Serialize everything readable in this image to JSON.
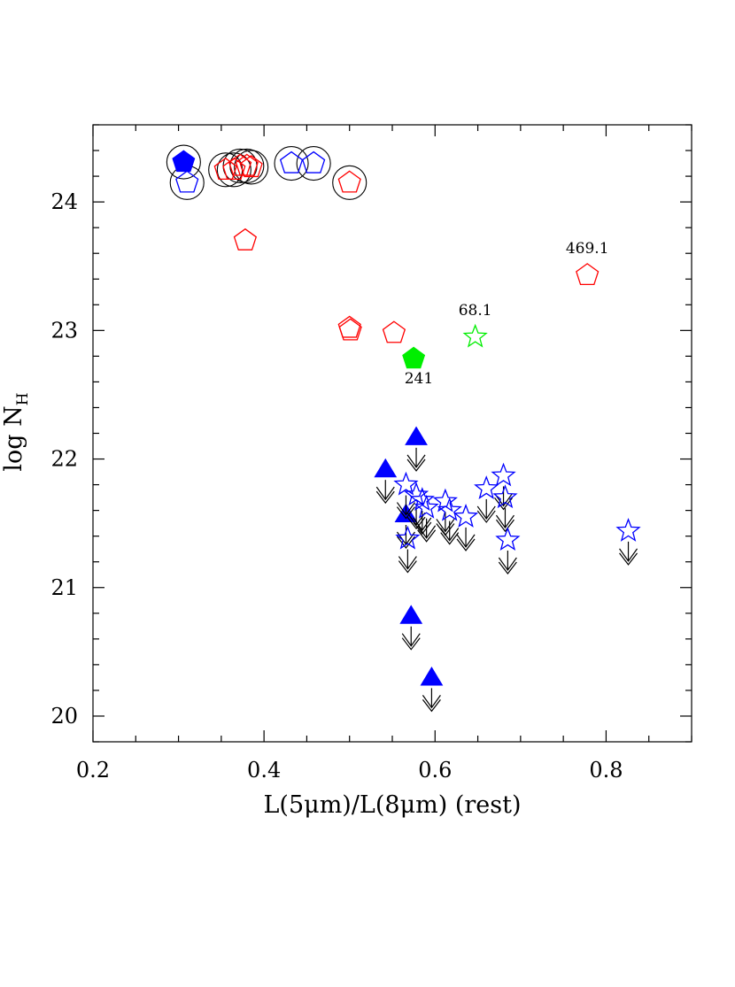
{
  "chart_data": {
    "type": "scatter",
    "xlabel": "L(5μm)/L(8μm) (rest)",
    "ylabel": "log N",
    "ylabel_sub": "H",
    "xlim": [
      0.2,
      0.9
    ],
    "ylim": [
      19.8,
      24.6
    ],
    "x_ticks": [
      0.2,
      0.4,
      0.6,
      0.8
    ],
    "x_tick_labels": [
      "0.2",
      "0.4",
      "0.6",
      "0.8"
    ],
    "y_ticks": [
      20,
      21,
      22,
      23,
      24
    ],
    "y_tick_labels": [
      "20",
      "21",
      "22",
      "23",
      "24"
    ],
    "grid": false,
    "colors": {
      "red": "#ff0000",
      "blue": "#0000ff",
      "green": "#00ee00",
      "black": "#000000"
    },
    "series": [
      {
        "marker": "pentagon-open",
        "color": "red",
        "points": [
          {
            "x": 0.355,
            "y": 24.25,
            "circled": true
          },
          {
            "x": 0.365,
            "y": 24.25,
            "circled": true
          },
          {
            "x": 0.372,
            "y": 24.28,
            "circled": true
          },
          {
            "x": 0.38,
            "y": 24.28,
            "circled": true
          },
          {
            "x": 0.385,
            "y": 24.27,
            "circled": true
          },
          {
            "x": 0.5,
            "y": 24.15,
            "circled": true
          },
          {
            "x": 0.378,
            "y": 23.7
          },
          {
            "x": 0.5,
            "y": 23.02
          },
          {
            "x": 0.501,
            "y": 23.0
          },
          {
            "x": 0.552,
            "y": 22.98
          },
          {
            "x": 0.778,
            "y": 23.43
          }
        ]
      },
      {
        "marker": "pentagon-open",
        "color": "blue",
        "points": [
          {
            "x": 0.31,
            "y": 24.15,
            "circled": true
          },
          {
            "x": 0.432,
            "y": 24.3,
            "circled": true
          },
          {
            "x": 0.458,
            "y": 24.3,
            "circled": true
          }
        ]
      },
      {
        "marker": "pentagon-filled",
        "color": "blue",
        "points": [
          {
            "x": 0.306,
            "y": 24.31,
            "circled": true
          }
        ]
      },
      {
        "marker": "pentagon-filled",
        "color": "green",
        "points": [
          {
            "x": 0.575,
            "y": 22.78
          }
        ]
      },
      {
        "marker": "star-open",
        "color": "green",
        "points": [
          {
            "x": 0.647,
            "y": 22.95
          }
        ]
      },
      {
        "marker": "triangle-filled",
        "color": "blue",
        "upper_limit": true,
        "points": [
          {
            "x": 0.578,
            "y": 22.17
          },
          {
            "x": 0.542,
            "y": 21.92
          },
          {
            "x": 0.566,
            "y": 21.57
          },
          {
            "x": 0.572,
            "y": 20.78
          },
          {
            "x": 0.596,
            "y": 20.3
          }
        ]
      },
      {
        "marker": "star-open",
        "color": "blue",
        "upper_limit": true,
        "points": [
          {
            "x": 0.566,
            "y": 21.8
          },
          {
            "x": 0.578,
            "y": 21.72
          },
          {
            "x": 0.585,
            "y": 21.68
          },
          {
            "x": 0.59,
            "y": 21.62
          },
          {
            "x": 0.612,
            "y": 21.67
          },
          {
            "x": 0.617,
            "y": 21.6
          },
          {
            "x": 0.636,
            "y": 21.55
          },
          {
            "x": 0.66,
            "y": 21.77
          },
          {
            "x": 0.68,
            "y": 21.87
          },
          {
            "x": 0.682,
            "y": 21.7
          },
          {
            "x": 0.685,
            "y": 21.37
          },
          {
            "x": 0.568,
            "y": 21.38
          },
          {
            "x": 0.826,
            "y": 21.44
          }
        ]
      }
    ],
    "annotations": [
      {
        "text": "469.1",
        "x": 0.778,
        "y": 23.6
      },
      {
        "text": "68.1",
        "x": 0.647,
        "y": 23.12
      },
      {
        "text": "241",
        "x": 0.581,
        "y": 22.59
      }
    ]
  }
}
